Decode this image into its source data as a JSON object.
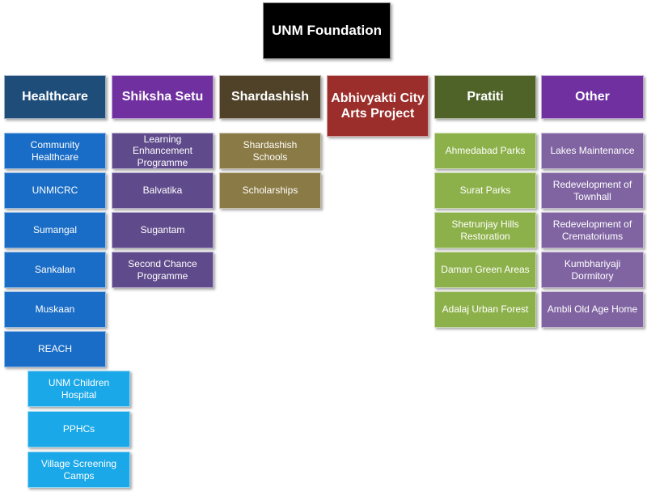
{
  "root": {
    "label": "UNM Foundation"
  },
  "columns": [
    {
      "key": "healthcare",
      "label": "Healthcare",
      "items": [
        "Community Healthcare",
        "UNMICRC",
        "Sumangal",
        "Sankalan",
        "Muskaan",
        "REACH"
      ],
      "subitems": [
        "UNM Children Hospital",
        "PPHCs",
        "Village Screening Camps"
      ]
    },
    {
      "key": "shiksha",
      "label": "Shiksha Setu",
      "items": [
        "Learning Enhancement Programme",
        "Balvatika",
        "Sugantam",
        "Second Chance Programme"
      ]
    },
    {
      "key": "shardashish",
      "label": "Shardashish",
      "items": [
        "Shardashish Schools",
        "Scholarships"
      ]
    },
    {
      "key": "abhivyakti",
      "label": "Abhivyakti City Arts Project",
      "items": []
    },
    {
      "key": "pratiti",
      "label": "Pratiti",
      "items": [
        "Ahmedabad Parks",
        "Surat Parks",
        "Shetrunjay Hills Restoration",
        "Daman Green Areas",
        "Adalaj Urban Forest"
      ]
    },
    {
      "key": "other",
      "label": "Other",
      "items": [
        "Lakes Maintenance",
        "Redevelopment of Townhall",
        "Redevelopment of Crematoriums",
        "Kumbhariyaji Dormitory",
        "Ambli Old Age Home"
      ]
    }
  ],
  "colors": {
    "root": "#000000",
    "healthcare_header": "#1f4d7a",
    "healthcare_items": "#1a6dc6",
    "healthcare_subitems": "#1aa8e8",
    "shiksha_header": "#7030a0",
    "shiksha_items": "#5f4a8b",
    "shardashish_header": "#4f4229",
    "shardashish_items": "#8a7a45",
    "abhivyakti_header": "#9b2d2a",
    "pratiti_header": "#4f6228",
    "pratiti_items": "#8db14a",
    "other_header": "#7030a0",
    "other_items": "#8064a2"
  }
}
